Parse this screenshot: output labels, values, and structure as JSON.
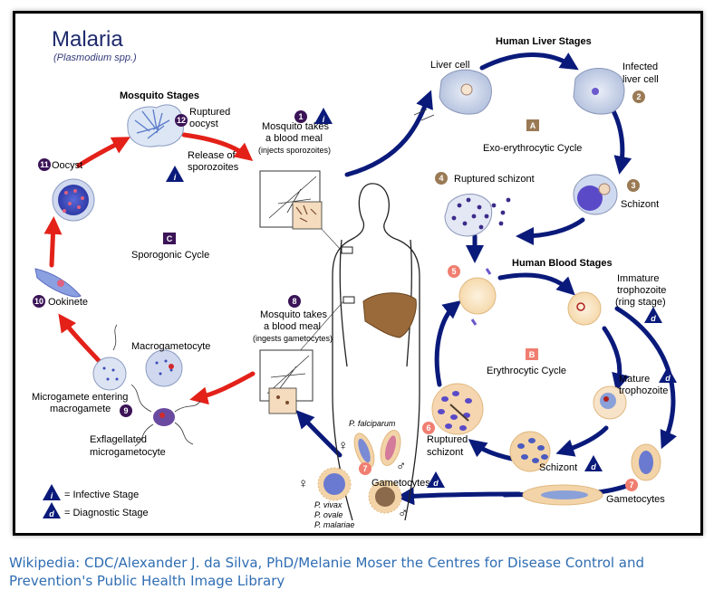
{
  "title": "Malaria",
  "subtitle": "(Plasmodium spp.)",
  "sections": {
    "mosquito": "Mosquito Stages",
    "liver": "Human Liver Stages",
    "blood": "Human Blood Stages"
  },
  "cycles": {
    "a": {
      "letter": "A",
      "name": "Exo-erythrocytic Cycle"
    },
    "b": {
      "letter": "B",
      "name": "Erythrocytic Cycle"
    },
    "c": {
      "letter": "C",
      "name": "Sporogonic Cycle"
    }
  },
  "steps": {
    "s1": {
      "num": "1",
      "line1": "Mosquito takes",
      "line2": "a blood meal",
      "line3": "(injects sporozoites)"
    },
    "s2": {
      "num": "2",
      "label": "Infected",
      "label2": "liver cell"
    },
    "s3": {
      "num": "3",
      "label": "Schizont"
    },
    "s4": {
      "num": "4",
      "label": "Ruptured schizont"
    },
    "s5": {
      "num": "5"
    },
    "s6": {
      "num": "6",
      "label": "Ruptured",
      "label2": "schizont"
    },
    "s7": {
      "num": "7",
      "label": "Gametocytes"
    },
    "s8": {
      "num": "8",
      "line1": "Mosquito takes",
      "line2": "a blood meal",
      "line3": "(ingests gametocytes)"
    },
    "s9": {
      "num": "9",
      "line1": "Microgamete entering",
      "line2": "macrogamete"
    },
    "s10": {
      "num": "10",
      "label": "Ookinete"
    },
    "s11": {
      "num": "11",
      "label": "Oocyst"
    },
    "s12": {
      "num": "12",
      "line1": "Ruptured",
      "line2": "oocyst",
      "line3": "Release of",
      "line4": "sporozoites"
    }
  },
  "labels": {
    "liver_cell": "Liver cell",
    "immature": "Immature",
    "trophozoite": "trophozoite",
    "ring_stage": "(ring stage)",
    "mature": "Mature",
    "schizont": "Schizont",
    "gametocytes_left": "Gametocytes",
    "macrogametocyte": "Macrogametocyte",
    "exflagellated_1": "Exflagellated",
    "exflagellated_2": "microgametocyte",
    "p_falciparum": "P. falciparum",
    "p_vivax": "P. vivax",
    "p_ovale": "P. ovale",
    "p_malariae": "P. malariae",
    "female": "♀",
    "male": "♂"
  },
  "legend": {
    "infective_letter": "i",
    "infective": "= Infective Stage",
    "diagnostic_letter": "d",
    "diagnostic": "= Diagnostic Stage"
  },
  "caption": "Wikipedia: CDC/Alexander J. da Silva, PhD/Melanie Moser the Centres for Disease Control and Prevention's Public Health Image Library",
  "colors": {
    "blue_arrow": "#0a1a7a",
    "red_arrow": "#e32119",
    "number_badge": "#3b1457",
    "red_badge": "#f07e70",
    "letter_badge": "#9a7a55",
    "caption": "#2f6db3"
  }
}
